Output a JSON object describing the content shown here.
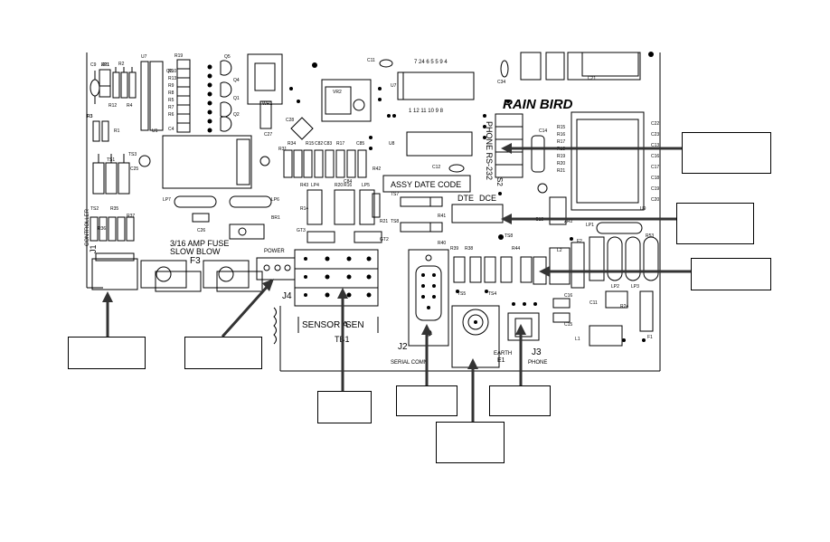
{
  "board": {
    "brand": "RAIN BIRD",
    "fuse_label_1": "3/16 AMP FUSE",
    "fuse_label_2": "SLOW BLOW",
    "fuse_ref": "F3",
    "power_label": "POWER",
    "power_ref": "J4",
    "controller_label": "CONTROLLER",
    "controller_ref": "J1",
    "sensor_label": "SENSOR A",
    "sensor_label_b": "SEN",
    "terminal_ref": "TB1",
    "serial_ref": "J2",
    "serial_label": "SERIAL COMM",
    "earth_label": "EARTH",
    "earth_ref": "E1",
    "phone_ref": "J3",
    "phone_label": "PHONE",
    "assy_label": "ASSY DATE CODE",
    "dte_label": "DTE",
    "dce_label": "DCE",
    "rs232_label": "PHONE    RS-232",
    "s2_ref": "S2",
    "ic_pins_top": "7  24    6  5  5  9  4",
    "ic_pins_bottom": "1        12  11  10  9  8",
    "components": [
      "ZP1",
      "C9",
      "R2",
      "R12",
      "R4",
      "U7",
      "R19",
      "R10",
      "R13",
      "R9",
      "R8",
      "R5",
      "R7",
      "R6",
      "R3",
      "Q5",
      "Q4",
      "Q1",
      "Q2",
      "C4",
      "R3",
      "R1",
      "TS1",
      "TS3",
      "C25",
      "U1",
      "C27",
      "WR1",
      "VR2",
      "C28",
      "R34",
      "R15",
      "C82",
      "C83",
      "R17",
      "C85",
      "R31",
      "R42",
      "C84",
      "LP5",
      "LP7",
      "LP6",
      "C26",
      "BR1",
      "R43",
      "LP4",
      "R20",
      "R16",
      "R14",
      "R21",
      "TS7",
      "TS8",
      "R41",
      "R40",
      "GT3",
      "GT2",
      "C11",
      "U7",
      "U8",
      "C12",
      "C34",
      "R24",
      "C14",
      "R15",
      "R16",
      "R17",
      "R18",
      "R19",
      "R20",
      "R21",
      "U9",
      "C13",
      "ZR2",
      "LP1",
      "R39",
      "R38",
      "R44",
      "TS8",
      "TS5",
      "TS4",
      "L2",
      "F2",
      "R53",
      "LP2",
      "LP3",
      "C16",
      "C15",
      "C11",
      "F1",
      "L1",
      "TS2",
      "R35",
      "R37",
      "R36",
      "C22",
      "C23",
      "C13",
      "C16",
      "C17",
      "C18",
      "C19",
      "C20",
      "C21",
      "Q3",
      "R11"
    ]
  },
  "callouts": [
    "",
    "",
    "",
    "",
    "",
    "",
    "",
    "",
    ""
  ]
}
